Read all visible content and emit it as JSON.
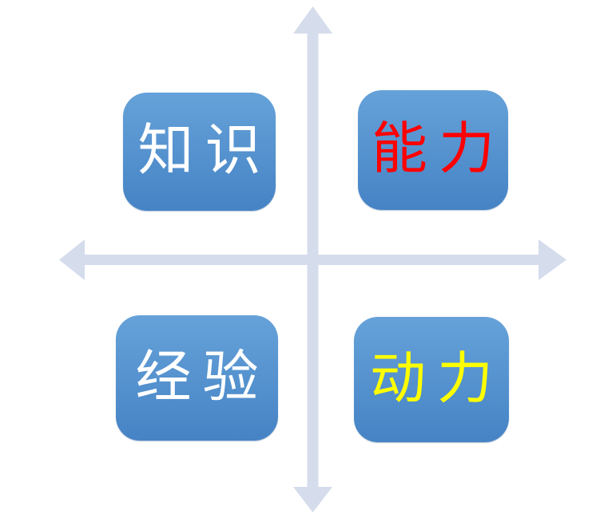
{
  "diagram": {
    "background_color": "#FFFFFF",
    "axes": {
      "color": "#D5DCEC",
      "vertical_axis": "double-headed arrow, up and down",
      "horizontal_axis": "double-headed arrow, left and right"
    },
    "box_style": {
      "fill_top": "#66A2D9",
      "fill_bottom": "#4583C5"
    },
    "quadrants": [
      {
        "position": "top-left",
        "label": "知识",
        "text_color": "#FFFFFF"
      },
      {
        "position": "top-right",
        "label": "能力",
        "text_color": "#FF0000"
      },
      {
        "position": "bottom-left",
        "label": "经验",
        "text_color": "#FFFFFF"
      },
      {
        "position": "bottom-right",
        "label": "动力",
        "text_color": "#FFFF00"
      }
    ]
  }
}
